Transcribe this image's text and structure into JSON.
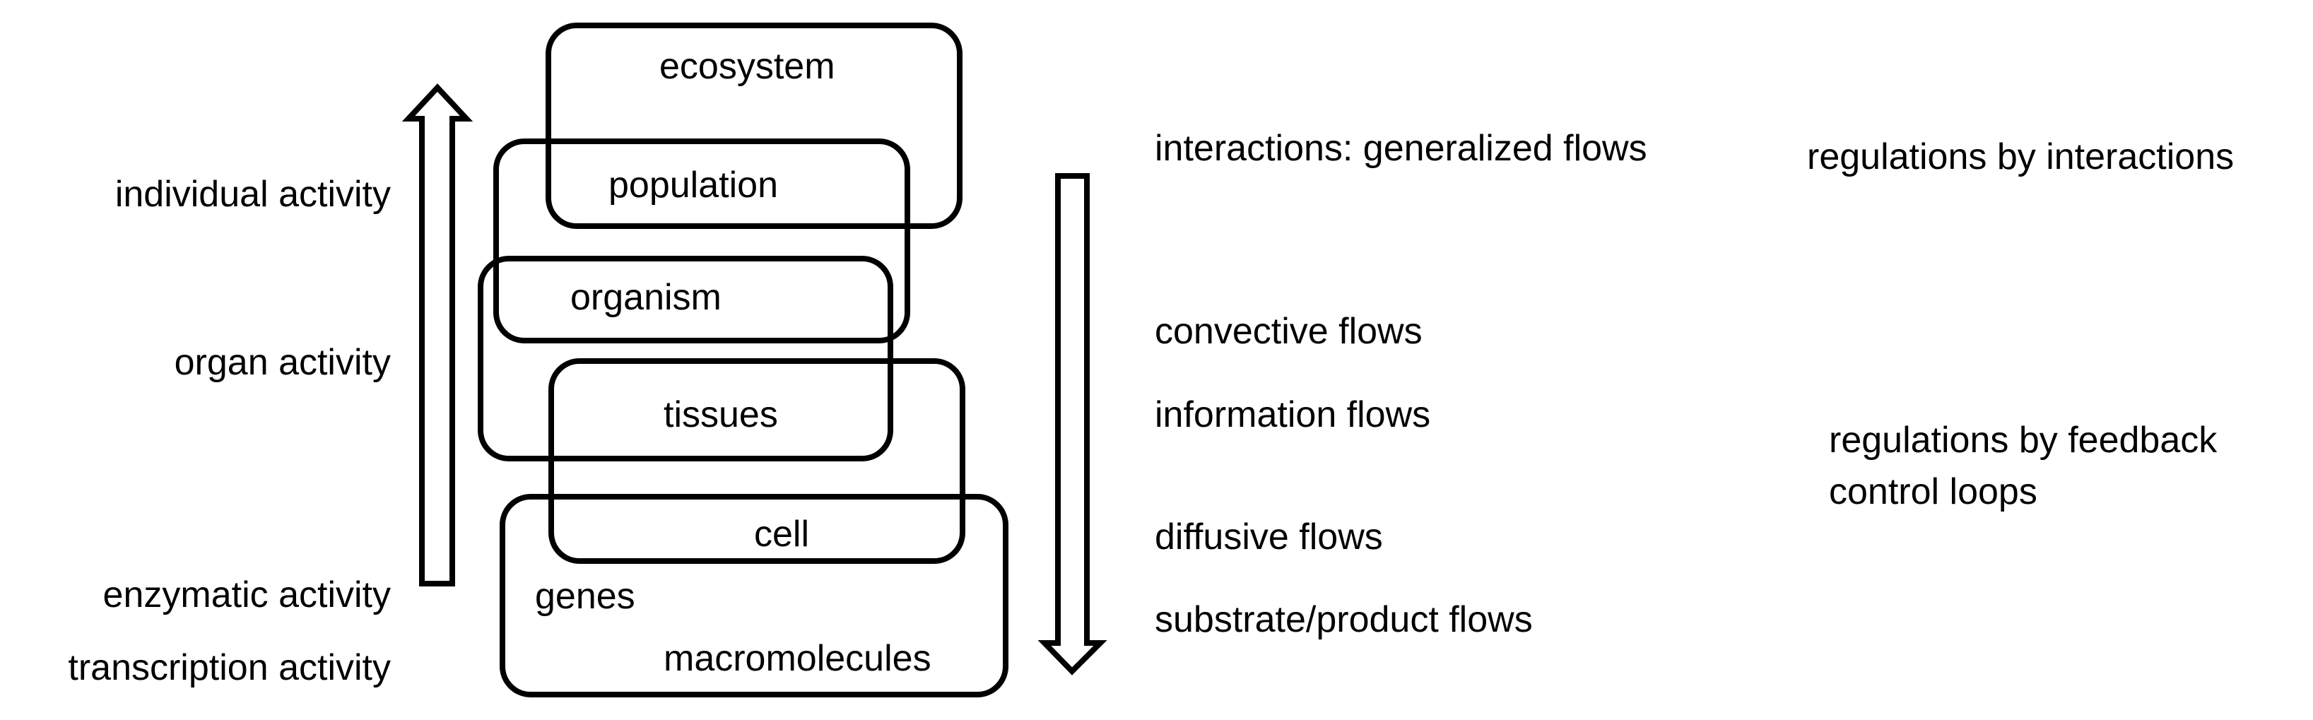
{
  "levels": {
    "ecosystem": "ecosystem",
    "population": "population",
    "organism": "organism",
    "tissues": "tissues",
    "cell": "cell",
    "genes": "genes",
    "macromolecules": "macromolecules"
  },
  "activities": {
    "individual": "individual activity",
    "organ": "organ activity",
    "enzymatic": "enzymatic activity",
    "transcription": "transcription activity"
  },
  "flows": {
    "interactions": "interactions: generalized flows",
    "convective": "convective flows",
    "information": "information flows",
    "diffusive": "diffusive flows",
    "substrate": "substrate/product flows"
  },
  "regulations": {
    "interactions": "regulations by interactions",
    "feedback_line1": "regulations by feedback",
    "feedback_line2": "control loops"
  }
}
